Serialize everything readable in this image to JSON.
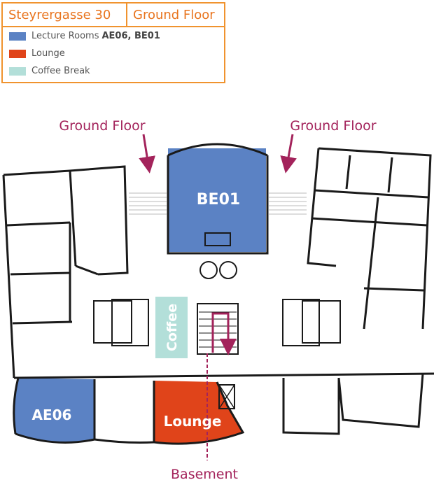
{
  "legend": {
    "building": "Steyrergasse 30",
    "floor": "Ground Floor",
    "items": [
      {
        "label": "Lecture Rooms",
        "bold": "AE06, BE01",
        "color": "#5b82c4"
      },
      {
        "label": "Lounge",
        "bold": "",
        "color": "#e0441a"
      },
      {
        "label": "Coffee Break",
        "bold": "",
        "color": "#b3dfd9"
      }
    ]
  },
  "labels": {
    "left_entrance": "Ground Floor",
    "right_entrance": "Ground Floor",
    "basement": "Basement",
    "room_be01": "BE01",
    "room_ae06": "AE06",
    "room_lounge": "Lounge",
    "room_coffee": "Coffee"
  },
  "colors": {
    "accent": "#a3235b",
    "orange": "#f0932e",
    "blue": "#5b82c4",
    "red": "#e0441a",
    "mint": "#b3dfd9",
    "wall": "#1a1a1a"
  }
}
